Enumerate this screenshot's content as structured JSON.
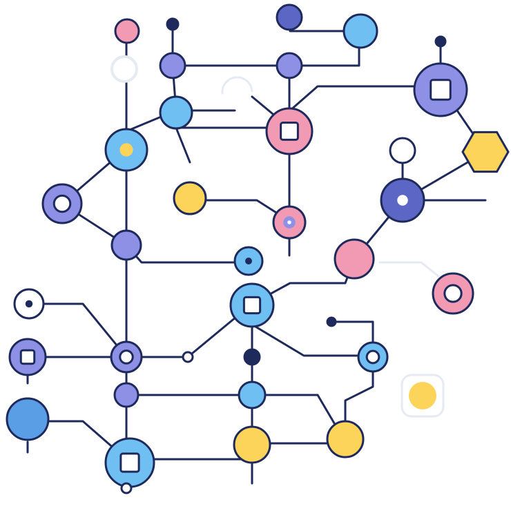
{
  "colors": {
    "line": "#1f2a5c",
    "purple": "#8e90e6",
    "blue": "#6fbff2",
    "pink": "#f29ab4",
    "yellow": "#fdd45a",
    "indigo": "#5c66c4",
    "deep_blue": "#5a9ee6",
    "faint": "#e6eaf2",
    "white": "#ffffff"
  },
  "nodes": [
    {
      "name": "pink-dot-node",
      "color": "pink",
      "marker": "none"
    },
    {
      "name": "faint-ring-node",
      "color": "faint",
      "marker": "none"
    },
    {
      "name": "terminal-dot",
      "color": "line",
      "marker": "none"
    },
    {
      "name": "purple-junction-node",
      "color": "purple",
      "marker": "none"
    },
    {
      "name": "indigo-top-node",
      "color": "indigo",
      "marker": "none"
    },
    {
      "name": "blue-top-node",
      "color": "blue",
      "marker": "none"
    },
    {
      "name": "purple-square-node",
      "color": "purple",
      "marker": "square"
    },
    {
      "name": "pink-square-node",
      "color": "pink",
      "marker": "square"
    },
    {
      "name": "blue-node",
      "color": "blue",
      "marker": "none"
    },
    {
      "name": "blue-dot-node",
      "color": "blue",
      "marker": "dot"
    },
    {
      "name": "purple-ring-node",
      "color": "purple",
      "marker": "ring"
    },
    {
      "name": "yellow-node",
      "color": "yellow",
      "marker": "none"
    },
    {
      "name": "pink-dot-node",
      "color": "pink",
      "marker": "dot"
    },
    {
      "name": "yellow-hexagon-node",
      "color": "yellow",
      "marker": "none"
    },
    {
      "name": "indigo-dot-node",
      "color": "indigo",
      "marker": "dot"
    },
    {
      "name": "pink-node",
      "color": "pink",
      "marker": "none"
    },
    {
      "name": "pink-ring-node",
      "color": "pink",
      "marker": "ring"
    },
    {
      "name": "blue-eye-node",
      "color": "blue",
      "marker": "dot"
    },
    {
      "name": "blue-square-node",
      "color": "blue",
      "marker": "square"
    },
    {
      "name": "eye-node",
      "color": "white",
      "marker": "dot"
    },
    {
      "name": "purple-square-node",
      "color": "purple",
      "marker": "square"
    },
    {
      "name": "purple-ring-node",
      "color": "purple",
      "marker": "ring"
    },
    {
      "name": "blue-ring-node",
      "color": "blue",
      "marker": "ring"
    },
    {
      "name": "deep-blue-node",
      "color": "deep_blue",
      "marker": "none"
    },
    {
      "name": "blue-square-node",
      "color": "blue",
      "marker": "square"
    },
    {
      "name": "yellow-node",
      "color": "yellow",
      "marker": "none"
    },
    {
      "name": "faint-square-yellow-node",
      "color": "yellow",
      "marker": "none"
    }
  ]
}
